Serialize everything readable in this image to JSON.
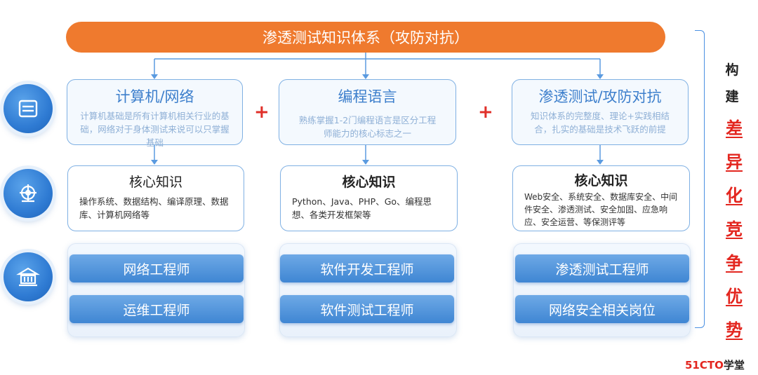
{
  "banner": {
    "title": "渗透测试知识体系（攻防对抗）"
  },
  "columns": [
    {
      "title": "计算机/网络",
      "desc": "计算机基础是所有计算机相关行业的基础，网络对于身体测试来说可以只掌握基础",
      "core_title": "核心知识",
      "core_desc": "操作系统、数据结构、编译原理、数据库、计算机网络等",
      "roles": [
        "网络工程师",
        "运维工程师"
      ]
    },
    {
      "title": "编程语言",
      "desc": "熟练掌握1-2门编程语言是区分工程师能力的核心标志之一",
      "core_title": "核心知识",
      "core_desc": "Python、Java、PHP、Go、编程思想、各类开发框架等",
      "roles": [
        "软件开发工程师",
        "软件测试工程师"
      ]
    },
    {
      "title": "渗透测试/攻防对抗",
      "desc": "知识体系的完整度、理论+实践相结合，扎实的基础是技术飞跃的前提",
      "core_title": "核心知识",
      "core_desc": "Web安全、系统安全、数据库安全、中间件安全、渗透测试、安全加固、应急响应、安全运营、等保测评等",
      "roles": [
        "渗透测试工程师",
        "网络安全相关岗位"
      ]
    }
  ],
  "plus_sign": "+",
  "side_label": {
    "top": [
      "构",
      "建"
    ],
    "highlight": [
      "差",
      "异",
      "化",
      "竞",
      "争",
      "优",
      "势"
    ]
  },
  "logo": {
    "red": "51CTO",
    "black": "学堂"
  },
  "colors": {
    "banner": "#ef7a2e",
    "accent_blue": "#3d7fcc",
    "highlight_red": "#e3261f"
  },
  "icons": [
    "layers-icon",
    "ship-wheel-icon",
    "building-icon"
  ]
}
